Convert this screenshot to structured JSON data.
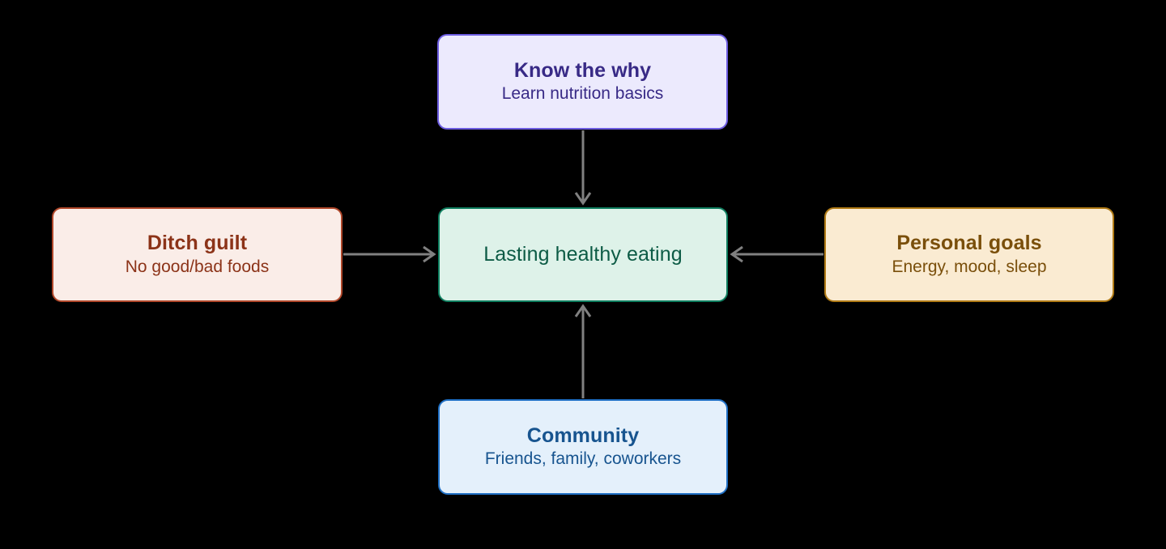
{
  "diagram": {
    "type": "flowchart",
    "background_color": "#000000",
    "edge_color": "#808080",
    "nodes": [
      {
        "id": "know-why",
        "title": "Know the why",
        "subtitle": "Learn nutrition basics",
        "fill": "#ECEAFD",
        "border": "#6C5CE0",
        "text_color": "#382A86",
        "position": "top"
      },
      {
        "id": "ditch-guilt",
        "title": "Ditch guilt",
        "subtitle": "No good/bad foods",
        "fill": "#FAEDE8",
        "border": "#B0472A",
        "text_color": "#8C3318",
        "position": "left"
      },
      {
        "id": "center",
        "title": "Lasting healthy eating",
        "subtitle": "",
        "fill": "#DEF2E9",
        "border": "#0E7D5E",
        "text_color": "#0C5B45",
        "position": "center"
      },
      {
        "id": "personal-goals",
        "title": "Personal goals",
        "subtitle": "Energy, mood, sleep",
        "fill": "#FAEBD2",
        "border": "#B07A15",
        "text_color": "#7A4F0B",
        "position": "right"
      },
      {
        "id": "community",
        "title": "Community",
        "subtitle": "Friends, family, coworkers",
        "fill": "#E4F0FB",
        "border": "#1F6FC4",
        "text_color": "#17548F",
        "position": "bottom"
      }
    ],
    "edges": [
      {
        "from": "know-why",
        "to": "center",
        "direction": "down"
      },
      {
        "from": "ditch-guilt",
        "to": "center",
        "direction": "right"
      },
      {
        "from": "personal-goals",
        "to": "center",
        "direction": "left"
      },
      {
        "from": "community",
        "to": "center",
        "direction": "up"
      }
    ]
  }
}
